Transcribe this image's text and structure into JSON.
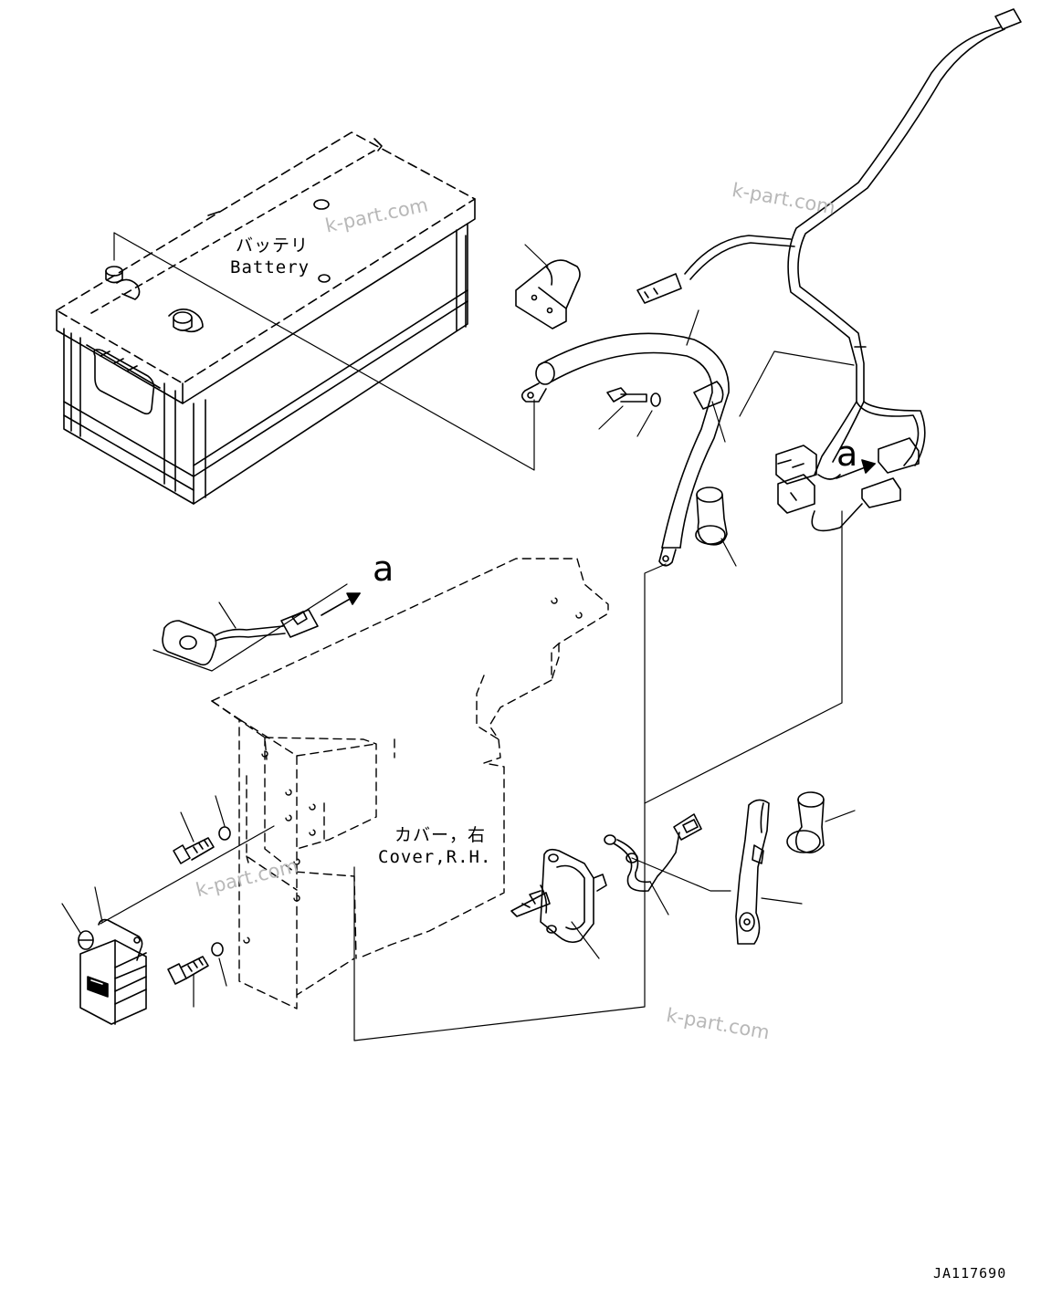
{
  "labels": {
    "battery_jp": "バッテリ",
    "battery_en": "Battery",
    "cover_jp": "カバー，右",
    "cover_en": "Cover,R.H."
  },
  "connection_marks": {
    "harness_arrow": "a",
    "sensor_arrow": "a"
  },
  "watermark": "k-part.com",
  "drawing_code": "JA117690"
}
